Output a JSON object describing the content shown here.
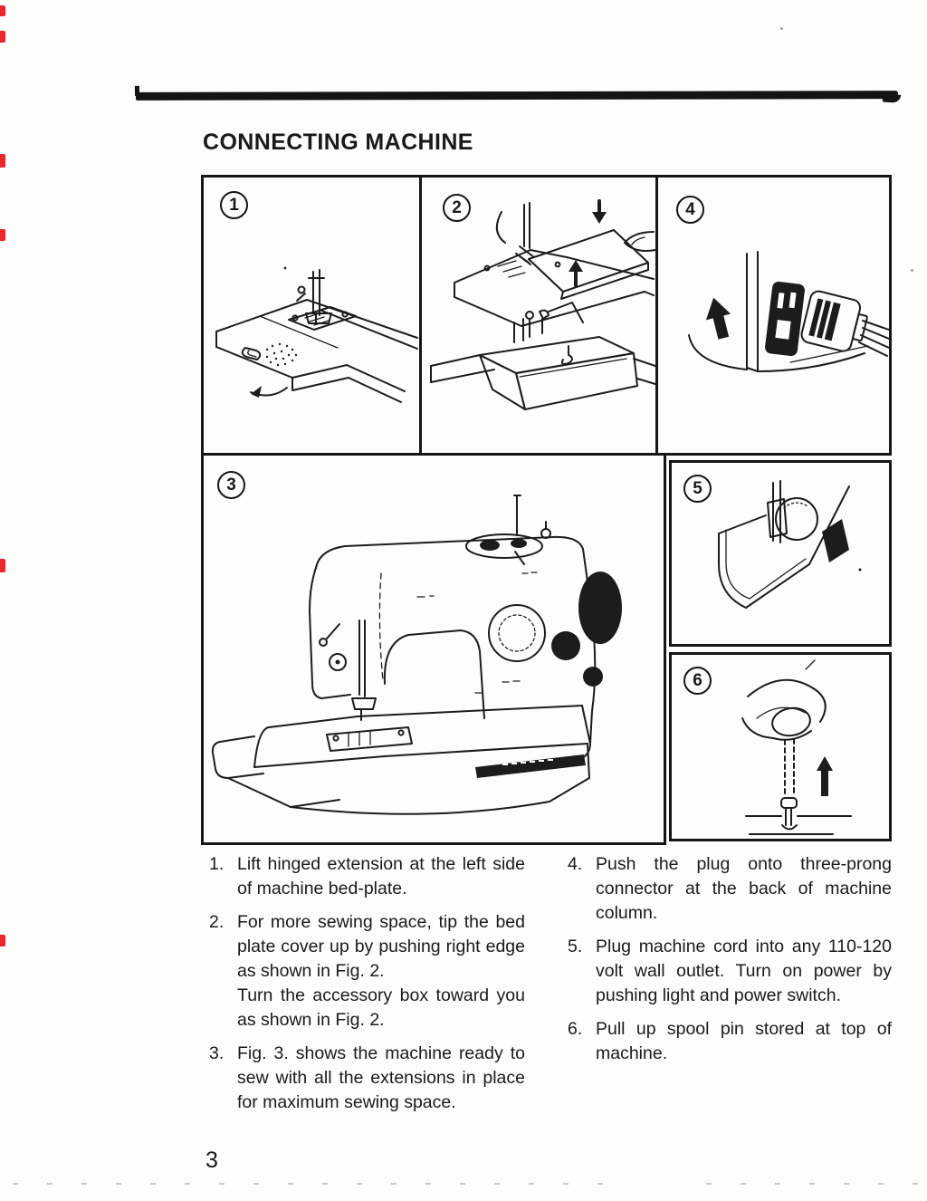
{
  "colors": {
    "ink": "#1c1c1c",
    "edge_mark": "#e8282c",
    "paper": "#fdfdfb"
  },
  "header": {
    "title": "CONNECTING MACHINE"
  },
  "figure_panels": [
    {
      "id": "fig1",
      "label": "1"
    },
    {
      "id": "fig2",
      "label": "2"
    },
    {
      "id": "fig4",
      "label": "4"
    },
    {
      "id": "fig3",
      "label": "3"
    },
    {
      "id": "fig5",
      "label": "5"
    },
    {
      "id": "fig6",
      "label": "6"
    }
  ],
  "instructions": {
    "left": [
      {
        "num": "1.",
        "text": "Lift hinged extension at the left side of machine bed-plate."
      },
      {
        "num": "2.",
        "text": "For more sewing space, tip the bed plate cover up by pushing right edge as shown in Fig. 2.\nTurn the accessory box toward you as shown in Fig. 2."
      },
      {
        "num": "3.",
        "text": "Fig. 3. shows the machine ready to sew with all the extensions in place for maximum sewing space."
      }
    ],
    "right": [
      {
        "num": "4.",
        "text": "Push the plug onto three-prong connector at the back of machine column."
      },
      {
        "num": "5.",
        "text": "Plug machine cord into any 110-120 volt wall outlet.  Turn on power by pushing light and power switch."
      },
      {
        "num": "6.",
        "text": "Pull up spool pin stored at top of machine."
      }
    ]
  },
  "footer": {
    "page_number": "3"
  }
}
